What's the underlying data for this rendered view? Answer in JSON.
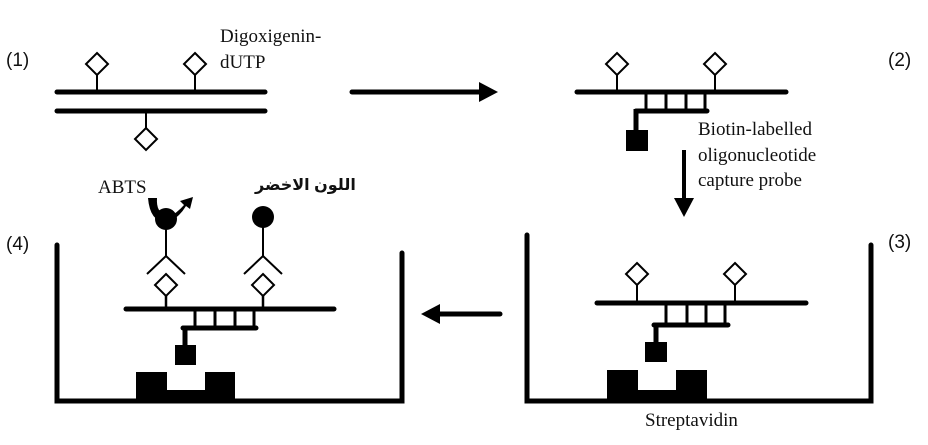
{
  "diagram": {
    "title": "DNA hybridization capture assay with digoxigenin detection",
    "steps": [
      {
        "id": 1,
        "label": "(1)"
      },
      {
        "id": 2,
        "label": "(2)"
      },
      {
        "id": 3,
        "label": "(3)"
      },
      {
        "id": 4,
        "label": "(4)"
      }
    ],
    "labels": {
      "digoxigenin_line1": "Digoxigenin-",
      "digoxigenin_line2": "dUTP",
      "biotin_line1": "Biotin-labelled",
      "biotin_line2": "oligonucleotide",
      "biotin_line3": "capture probe",
      "streptavidin": "Streptavidin",
      "abts": "ABTS",
      "green_color_arabic": "اللون الاخضر"
    },
    "flow": [
      "1 → 2",
      "2 → 3",
      "3 → 4"
    ],
    "colors": {
      "ink": "#000000",
      "background": "#ffffff"
    },
    "icons": {
      "digoxigenin": "diamond-icon",
      "biotin": "filled-square-icon",
      "antibody": "y-shape-icon",
      "enzyme": "filled-circle-icon",
      "streptavidin": "block-icon"
    }
  }
}
